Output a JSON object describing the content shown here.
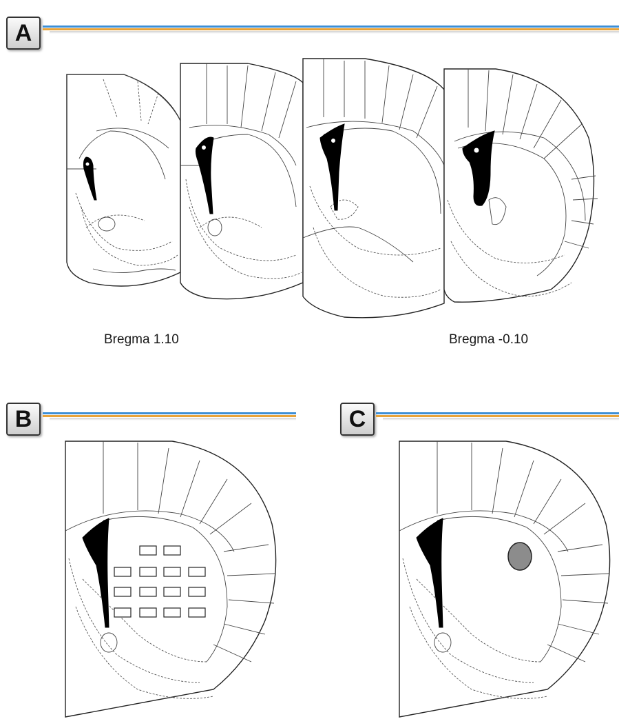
{
  "panels": {
    "a": {
      "label": "A"
    },
    "b": {
      "label": "B"
    },
    "c": {
      "label": "C"
    }
  },
  "captions": {
    "left": "Bregma 1.10",
    "right": "Bregma -0.10"
  },
  "colors": {
    "rule_blue": "#3d8fd6",
    "rule_orange": "#e8a33a",
    "ventricle": "#000000",
    "lesion": "#8c8c8c"
  }
}
